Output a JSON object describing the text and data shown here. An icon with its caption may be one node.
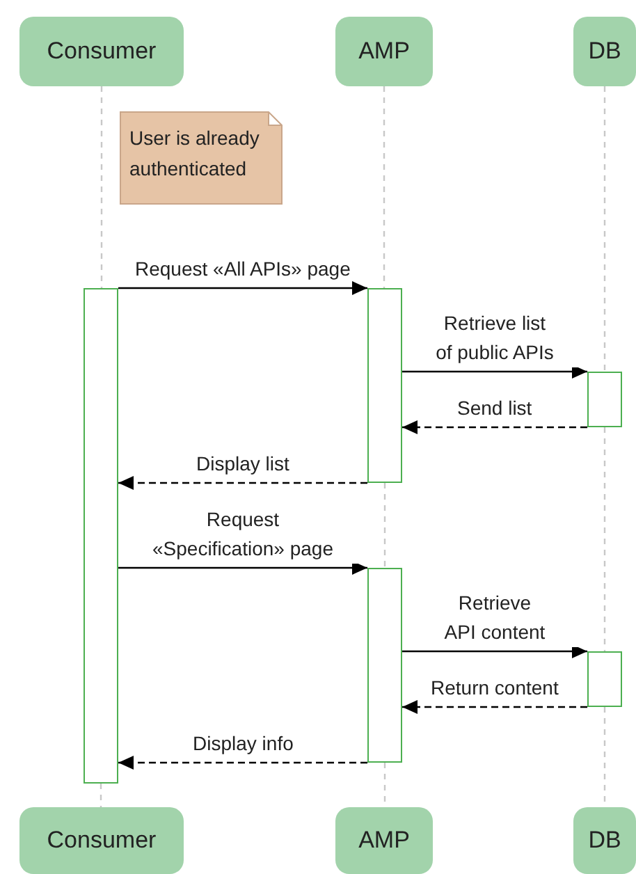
{
  "diagram": {
    "nodes": [
      {
        "text": [
          "Consumer"
        ]
      },
      {
        "text": [
          "AMP"
        ]
      },
      {
        "text": [
          "DB"
        ]
      },
      {
        "text": [
          "User is already authenticated"
        ]
      },
      {
        "text": [],
        "shape": "bar"
      },
      {
        "text": [],
        "shape": "bar"
      },
      {
        "text": [],
        "shape": "bar"
      },
      {
        "text": [],
        "shape": "bar"
      },
      {
        "text": [],
        "shape": "bar"
      },
      {
        "text": [
          "Consumer"
        ]
      },
      {
        "text": [
          "AMP"
        ]
      },
      {
        "text": [
          "DB"
        ]
      }
    ],
    "edges": [
      {
        "from": 0,
        "to": 4,
        "arrow": "none",
        "style": "dashed",
        "color": "#c8c8c8"
      },
      {
        "from": 4,
        "to": 9,
        "arrow": "none",
        "style": "dashed",
        "color": "#c8c8c8"
      },
      {
        "from": 1,
        "to": 5,
        "arrow": "none",
        "style": "dashed",
        "color": "#c8c8c8"
      },
      {
        "from": 5,
        "to": 7,
        "arrow": "none",
        "style": "dashed",
        "color": "#c8c8c8"
      },
      {
        "from": 7,
        "to": 10,
        "arrow": "none",
        "style": "dashed",
        "color": "#c8c8c8"
      },
      {
        "from": 2,
        "to": 6,
        "arrow": "none",
        "style": "dashed",
        "color": "#c8c8c8"
      },
      {
        "from": 6,
        "to": 8,
        "arrow": "none",
        "style": "dashed",
        "color": "#c8c8c8"
      },
      {
        "from": 8,
        "to": 11,
        "arrow": "none",
        "style": "dashed",
        "color": "#c8c8c8"
      },
      {
        "from": 4,
        "to": 5,
        "arrow": "to",
        "label": "Request «All APIs» page",
        "color": "#000000"
      },
      {
        "from": 5,
        "to": 6,
        "arrow": "to",
        "label": "Retrieve list of public APIs",
        "color": "#000000"
      },
      {
        "from": 6,
        "to": 5,
        "arrow": "to",
        "label": "Send list",
        "style": "dashed",
        "color": "#000000"
      },
      {
        "from": 5,
        "to": 4,
        "arrow": "to",
        "label": "Display list",
        "style": "dashed",
        "color": "#000000"
      },
      {
        "from": 4,
        "to": 7,
        "arrow": "to",
        "label": "Request «Specification» page",
        "color": "#000000"
      },
      {
        "from": 7,
        "to": 8,
        "arrow": "to",
        "label": "Retrieve API content",
        "color": "#000000"
      },
      {
        "from": 8,
        "to": 7,
        "arrow": "to",
        "label": "Return content",
        "style": "dashed",
        "color": "#000000"
      },
      {
        "from": 7,
        "to": 4,
        "arrow": "to",
        "label": "Display info",
        "style": "dashed",
        "color": "#000000"
      }
    ]
  }
}
